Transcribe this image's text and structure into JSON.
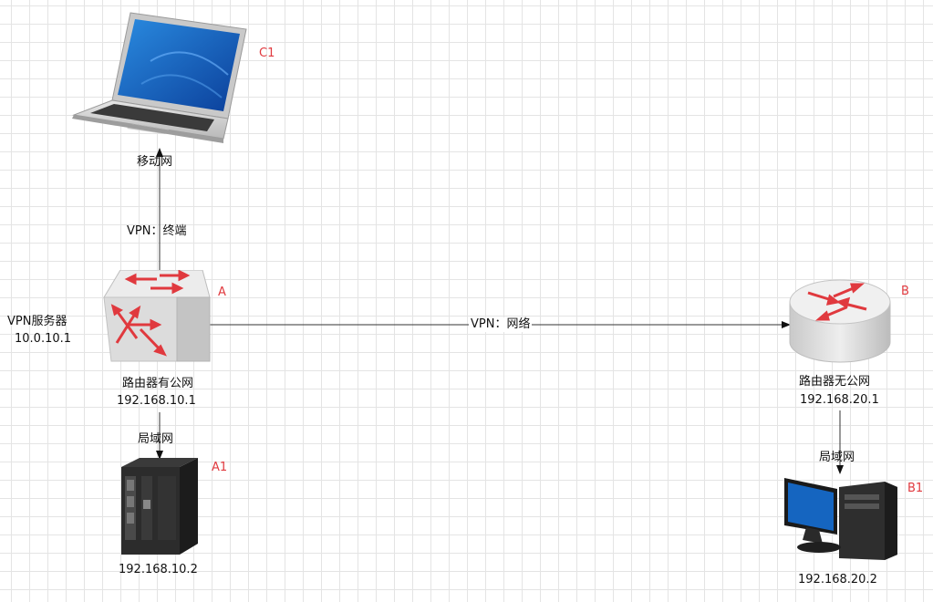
{
  "nodes": {
    "c1": {
      "tag": "C1",
      "label": "移动网"
    },
    "a": {
      "tag": "A",
      "side_label": "VPN服务器",
      "side_ip": "10.0.10.1",
      "name": "路由器有公网",
      "ip": "192.168.10.1"
    },
    "b": {
      "tag": "B",
      "name": "路由器无公网",
      "ip": "192.168.20.1"
    },
    "a1": {
      "tag": "A1",
      "ip": "192.168.10.2"
    },
    "b1": {
      "tag": "B1",
      "ip": "192.168.20.2"
    }
  },
  "links": {
    "a_c1": "VPN：终端",
    "a_b": "VPN：网络",
    "a_a1": "局域网",
    "b_b1": "局域网"
  },
  "colors": {
    "tag": "#e0393e",
    "router": "#d8d8d8",
    "arrow": "#e0393e"
  },
  "icons": {
    "c1": "laptop-icon",
    "a": "router-switch-icon",
    "b": "router-icon",
    "a1": "server-tower-icon",
    "b1": "desktop-computer-icon"
  }
}
